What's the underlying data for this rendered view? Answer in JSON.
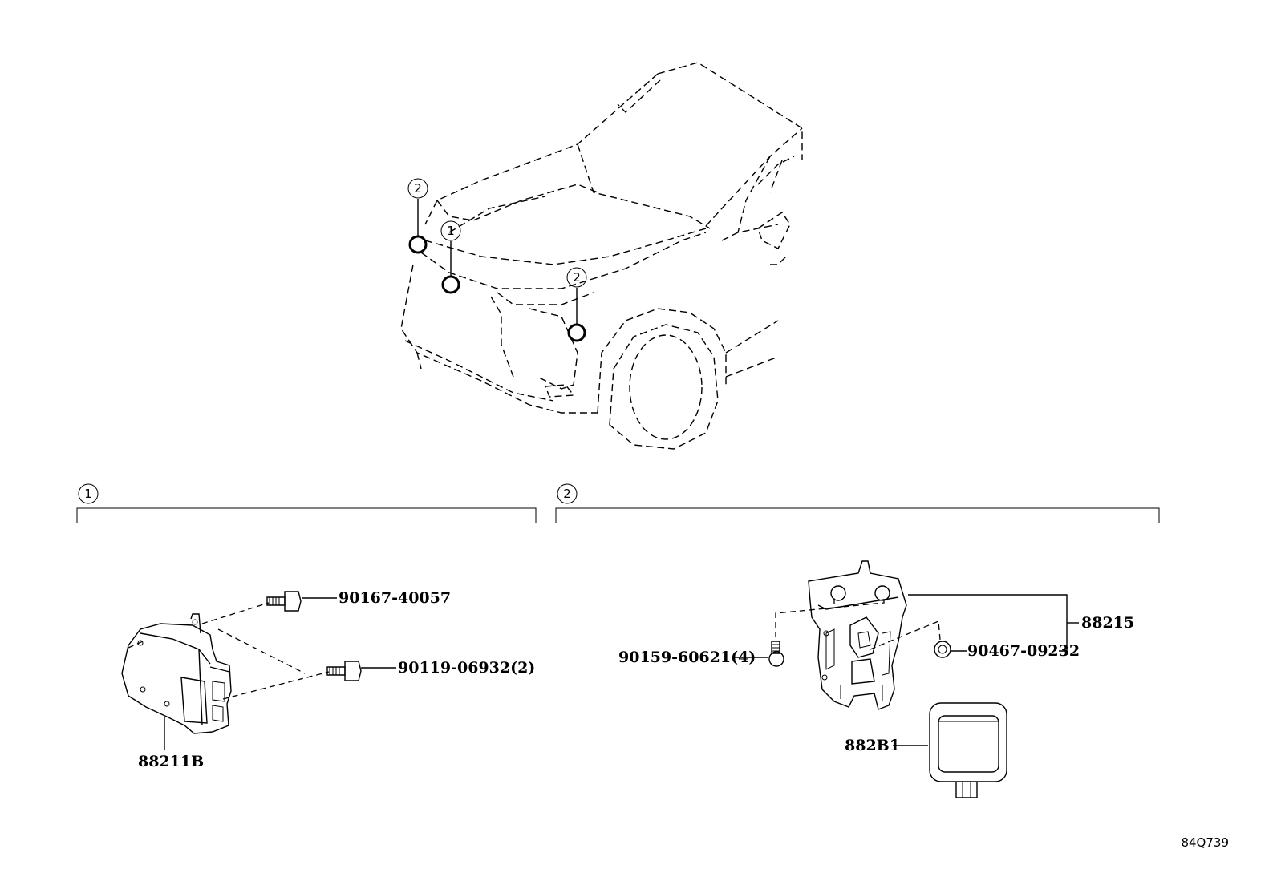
{
  "diagram": {
    "reference_code": "84Q739",
    "callouts": {
      "one": "1",
      "two": "2"
    },
    "section_1": {
      "number": "1",
      "parts": {
        "bolt_upper": "90167-40057",
        "bolt_lower": "90119-06932(2)",
        "sensor": "88211B"
      }
    },
    "section_2": {
      "number": "2",
      "parts": {
        "screw": "90159-60621(4)",
        "nut": "90467-09232",
        "bracket": "88215",
        "sensor": "882B1"
      }
    }
  }
}
